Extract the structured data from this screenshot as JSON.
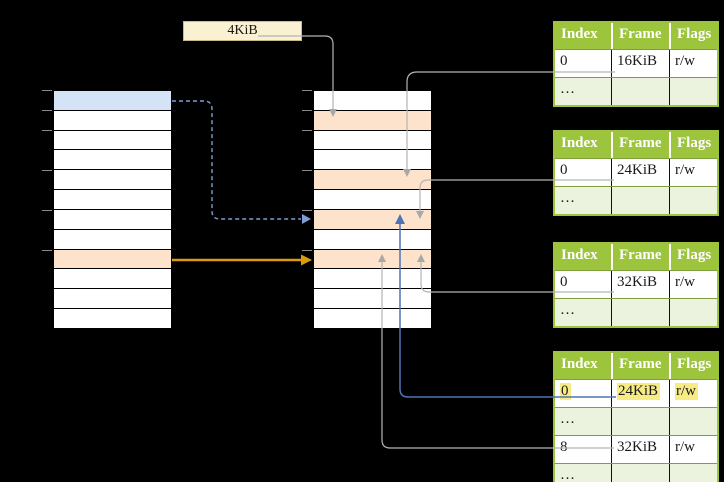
{
  "colors": {
    "background": "#000000",
    "row_blue": "#d5e3f6",
    "row_orange": "#fde3cb",
    "cream_fill": "#faf0d2",
    "cream_border": "#c9bb86",
    "green_header": "#9cc43d",
    "green_row": "#ebf2dd",
    "olive_separator": "#7e9e3c",
    "yellow_highlight": "#f6ec83",
    "connector_gray": "#b4b4b4",
    "arrowhead_gray": "#a8a8a8",
    "connector_blue": "#4d74b3",
    "connector_blue_dashed": "#7d9dd4",
    "connector_orange": "#dc9b0f",
    "tick_gray": "#8a8a8a",
    "cell_text": "#1a1a1a"
  },
  "page_size_box": {
    "label": "4KiB"
  },
  "memory_columns": {
    "left": {
      "rows": [
        "blue",
        "white",
        "white",
        "white",
        "white",
        "white",
        "white",
        "white",
        "orange",
        "white",
        "white",
        "white"
      ],
      "ticks": [
        0,
        20,
        40,
        80,
        120,
        160
      ]
    },
    "middle": {
      "rows": [
        "white",
        "orange",
        "white",
        "white",
        "orange",
        "white",
        "orange",
        "white",
        "orange",
        "white",
        "white",
        "white"
      ],
      "ticks": [
        0,
        20,
        40,
        80,
        120,
        160
      ]
    }
  },
  "page_tables": [
    {
      "columns": [
        "Index",
        "Frame",
        "Flags"
      ],
      "rows": [
        {
          "cells": [
            "0",
            "16KiB",
            "r/w"
          ],
          "shaded": false,
          "highlight": false
        },
        {
          "cells": [
            "…",
            "",
            ""
          ],
          "shaded": true,
          "highlight": false
        }
      ]
    },
    {
      "columns": [
        "Index",
        "Frame",
        "Flags"
      ],
      "rows": [
        {
          "cells": [
            "0",
            "24KiB",
            "r/w"
          ],
          "shaded": false,
          "highlight": false
        },
        {
          "cells": [
            "…",
            "",
            ""
          ],
          "shaded": true,
          "highlight": false
        }
      ]
    },
    {
      "columns": [
        "Index",
        "Frame",
        "Flags"
      ],
      "rows": [
        {
          "cells": [
            "0",
            "32KiB",
            "r/w"
          ],
          "shaded": false,
          "highlight": false
        },
        {
          "cells": [
            "…",
            "",
            ""
          ],
          "shaded": true,
          "highlight": false
        }
      ]
    },
    {
      "columns": [
        "Index",
        "Frame",
        "Flags"
      ],
      "rows": [
        {
          "cells": [
            "0",
            "24KiB",
            "r/w"
          ],
          "shaded": false,
          "highlight": true
        },
        {
          "cells": [
            "…",
            "",
            ""
          ],
          "shaded": true,
          "highlight": false
        },
        {
          "cells": [
            "8",
            "32KiB",
            "r/w"
          ],
          "shaded": false,
          "highlight": false
        },
        {
          "cells": [
            "…",
            "",
            ""
          ],
          "shaded": true,
          "highlight": false
        }
      ]
    }
  ]
}
